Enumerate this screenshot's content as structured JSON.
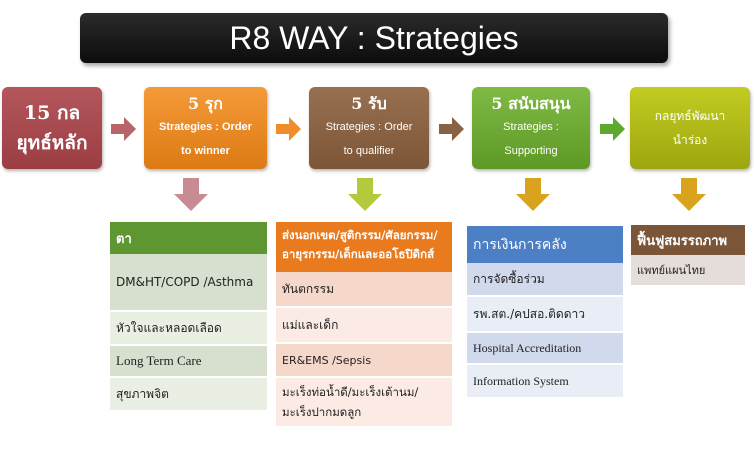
{
  "title": "R8 WAY : Strategies",
  "boxes": [
    {
      "title": "15 กล",
      "title2": "ยุทธ์หลัก",
      "subtitle": "",
      "subtitle2": ""
    },
    {
      "title": "5 รุก",
      "title2": "",
      "subtitle": "Strategies : Order",
      "subtitle2": "to winner"
    },
    {
      "title": "5 รับ",
      "title2": "",
      "subtitle": "Strategies : Order",
      "subtitle2": "to qualifier"
    },
    {
      "title": "5 สนับสนุน",
      "title2": "",
      "subtitle": "Strategies :",
      "subtitle2": "Supporting"
    },
    {
      "title": "กลยุทธ์พัฒนา",
      "title2": "นำร่อง",
      "subtitle": "",
      "subtitle2": ""
    }
  ],
  "columns": [
    {
      "header": "ตา",
      "items": [
        "DM&HT/COPD /Asthma",
        "หัวใจและหลอดเลือด",
        "Long Term Care",
        "สุขภาพจิต"
      ]
    },
    {
      "header": "ส่งนอกเขต/สูติกรรม/ศัลยกรรม/ อายุรกรรม/เด็กและออโธปิดิกส์",
      "items": [
        "ทันตกรรม",
        "แม่และเด็ก",
        "ER&EMS /Sepsis",
        "มะเร็งท่อน้ำดี/มะเร็งเต้านม/ มะเร็งปากมดลูก"
      ]
    },
    {
      "header": "การเงินการคลัง",
      "items": [
        "การจัดซื้อร่วม",
        "รพ.สต./คปสอ.ติดดาว",
        "Hospital Accreditation",
        "Information System"
      ]
    },
    {
      "header": "ฟื้นฟูสมรรถภาพ",
      "items": [
        "แพทย์แผนไทย"
      ]
    }
  ],
  "colors": {
    "box_red": "#a9474d",
    "box_orange": "#ea8624",
    "box_brown": "#8a6242",
    "box_green": "#6ea935",
    "box_olive": "#b1b919",
    "arrow_right": "#b7656a",
    "arrow_orange": "#f08c2a",
    "arrow_brown": "#896243",
    "arrow_green": "#5ca92d",
    "arrow_down_pink": "#c88a93",
    "arrow_down_lime": "#b5c93c",
    "arrow_down_gold": "#d9a31e"
  }
}
